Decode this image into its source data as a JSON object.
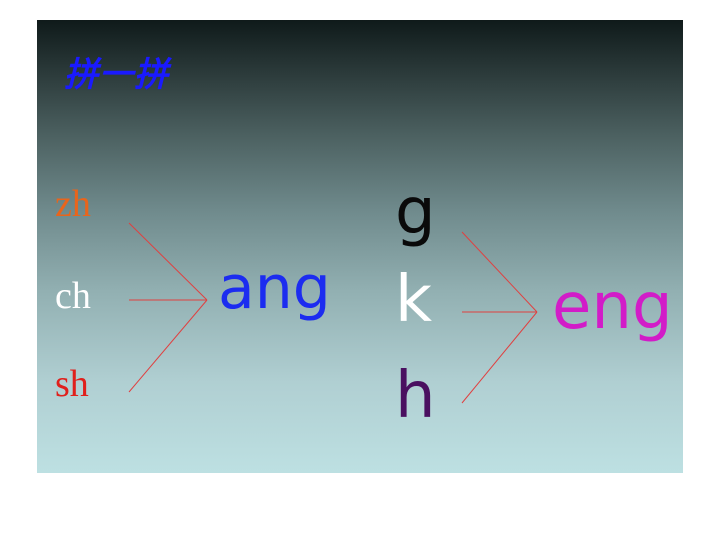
{
  "title": {
    "text": "拼一拼",
    "color": "#1a1aff"
  },
  "group1": {
    "initials": [
      {
        "text": "zh",
        "color": "#e8651c"
      },
      {
        "text": "ch",
        "color": "#ffffff"
      },
      {
        "text": "sh",
        "color": "#e0201c"
      }
    ],
    "final": {
      "text": "ang",
      "color": "#1c2cf0"
    }
  },
  "group2": {
    "initials": [
      {
        "text": "g",
        "color": "#0a0a0a"
      },
      {
        "text": "k",
        "color": "#ffffff"
      },
      {
        "text": "h",
        "color": "#4a1060"
      }
    ],
    "final": {
      "text": "eng",
      "color": "#d21cc8"
    }
  },
  "line_color": "#e04040"
}
